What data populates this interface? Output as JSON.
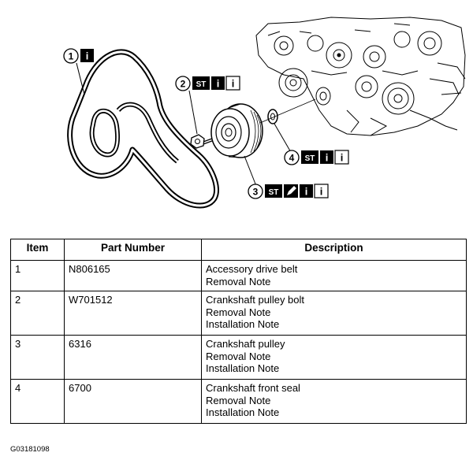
{
  "callouts": [
    {
      "number": "1",
      "badges": [
        "i"
      ]
    },
    {
      "number": "2",
      "badges": [
        "ST",
        "i",
        "i"
      ]
    },
    {
      "number": "3",
      "badges": [
        "ST",
        "pencil",
        "i",
        "i"
      ]
    },
    {
      "number": "4",
      "badges": [
        "ST",
        "i",
        "i"
      ]
    }
  ],
  "table": {
    "headers": [
      "Item",
      "Part Number",
      "Description"
    ],
    "rows": [
      {
        "item": "1",
        "part_number": "N806165",
        "description": [
          "Accessory drive belt",
          "Removal Note"
        ]
      },
      {
        "item": "2",
        "part_number": "W701512",
        "description": [
          "Crankshaft pulley bolt",
          "Removal Note",
          "Installation Note"
        ]
      },
      {
        "item": "3",
        "part_number": "6316",
        "description": [
          "Crankshaft pulley",
          "Removal Note",
          "Installation Note"
        ]
      },
      {
        "item": "4",
        "part_number": "6700",
        "description": [
          "Crankshaft front seal",
          "Removal Note",
          "Installation Note"
        ]
      }
    ]
  },
  "figure_code": "G03181098"
}
